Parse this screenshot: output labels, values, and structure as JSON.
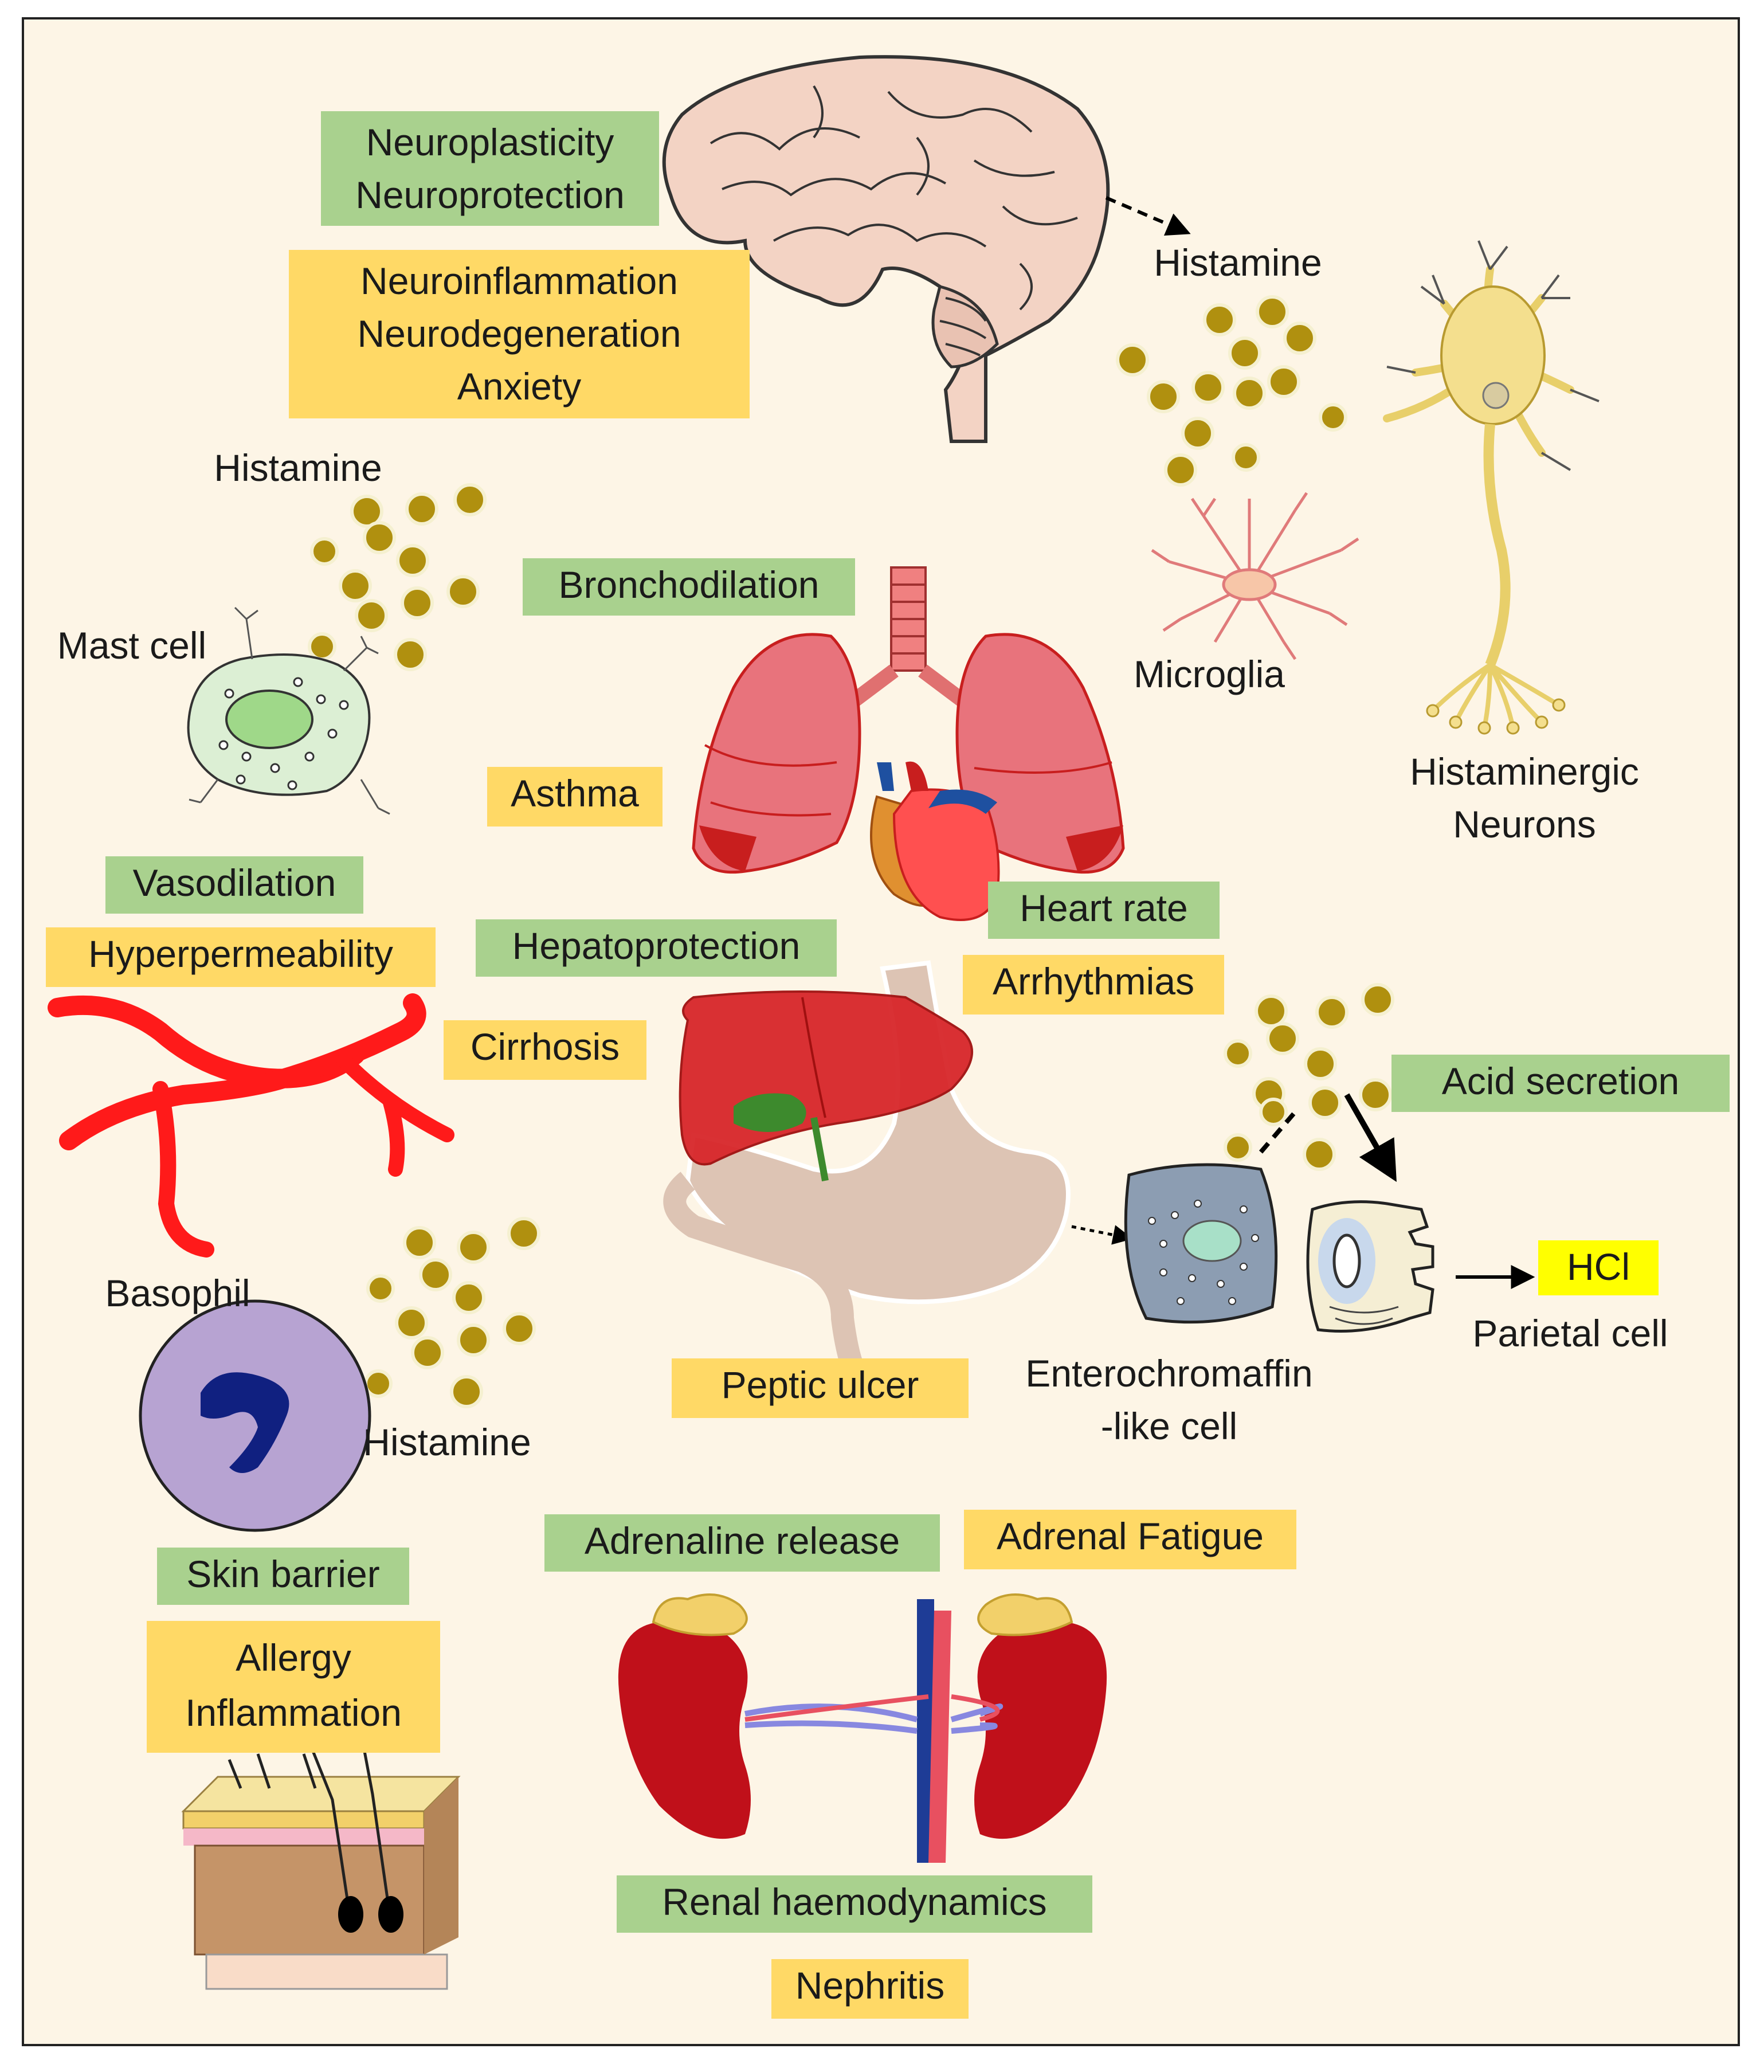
{
  "colors": {
    "background": "#fdf5e6",
    "beneficial_box": "#a9d18e",
    "pathological_box": "#ffd966",
    "hcl_box": "#ffff00",
    "histamine_granule": "#b0900f"
  },
  "brain": {
    "beneficial": [
      "Neuroplasticity",
      "Neuroprotection"
    ],
    "pathological": [
      "Neuroinflammation",
      "Neurodegeneration",
      "Anxiety"
    ],
    "histamine_label": "Histamine",
    "microglia_label": "Microglia",
    "neurons_label": [
      "Histaminergic",
      "Neurons"
    ]
  },
  "mast_cell": {
    "label": "Mast cell",
    "histamine_label": "Histamine"
  },
  "lungs": {
    "beneficial": "Bronchodilation",
    "pathological": "Asthma"
  },
  "vessels": {
    "beneficial": "Vasodilation",
    "pathological": "Hyperpermeability"
  },
  "liver": {
    "beneficial": "Hepatoprotection",
    "pathological": "Cirrhosis"
  },
  "heart": {
    "beneficial": "Heart rate",
    "pathological": "Arrhythmias"
  },
  "stomach": {
    "beneficial": "Acid secretion",
    "pathological": "Peptic ulcer",
    "hcl_label": "HCl",
    "parietal_label": "Parietal cell",
    "ecl_label": [
      "Enterochromaffin",
      "-like cell"
    ]
  },
  "basophil": {
    "label": "Basophil",
    "histamine_label": "Histamine"
  },
  "skin": {
    "beneficial": "Skin barrier",
    "pathological": [
      "Allergy",
      "Inflammation"
    ]
  },
  "adrenal": {
    "beneficial": "Adrenaline release",
    "pathological": "Adrenal Fatigue"
  },
  "kidney": {
    "beneficial": "Renal haemodynamics",
    "pathological": "Nephritis"
  }
}
